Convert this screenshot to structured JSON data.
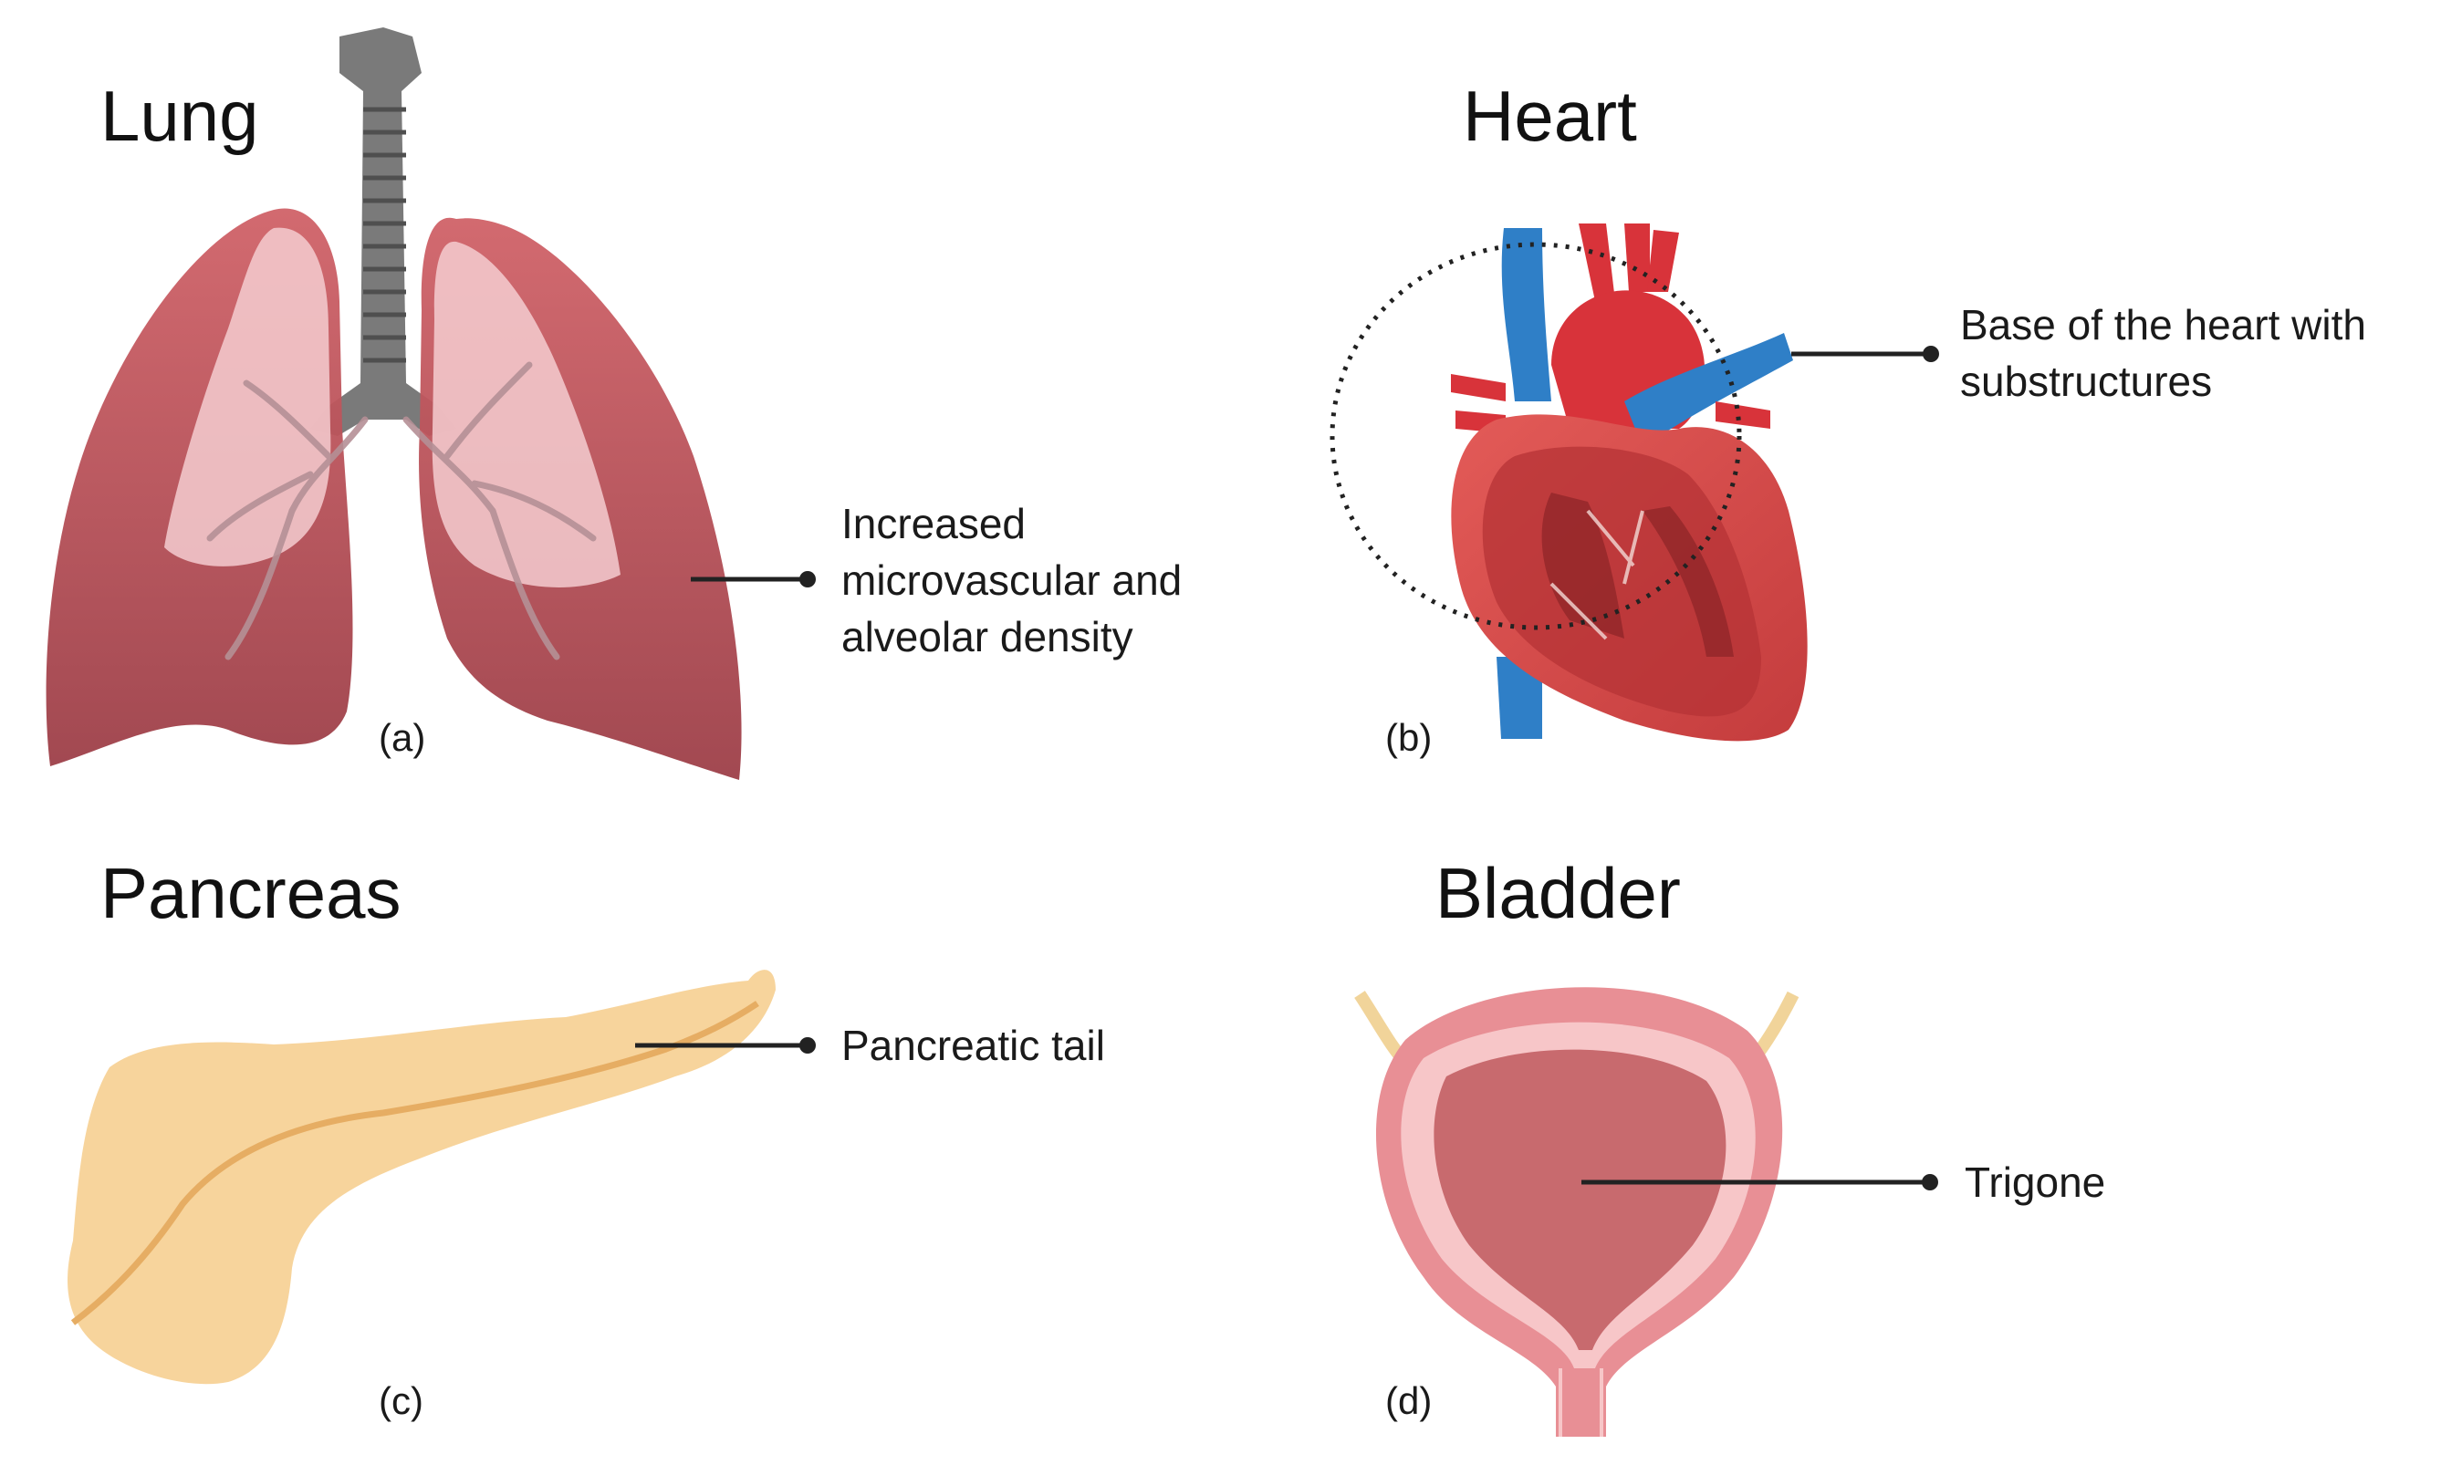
{
  "panels": {
    "lung": {
      "title": "Lung",
      "label": "(a)",
      "annotation": [
        "Increased",
        "microvascular and",
        "alveolar density"
      ]
    },
    "heart": {
      "title": "Heart",
      "label": "(b)",
      "annotation": [
        "Base of the heart with",
        "substructures"
      ]
    },
    "pancreas": {
      "title": "Pancreas",
      "label": "(c)",
      "annotation": [
        "Pancreatic tail"
      ]
    },
    "bladder": {
      "title": "Bladder",
      "label": "(d)",
      "annotation": [
        "Trigone"
      ]
    }
  },
  "colors": {
    "lung_dark": "#a8474f",
    "lung_light": "#f4c6c9",
    "trachea": "#6e6e6e",
    "artery_red": "#d8333a",
    "vein_blue": "#2f7fc7",
    "pancreas": "#f7d49c",
    "bladder_wall": "#e88f95",
    "bladder_inner": "#c86a6e"
  }
}
